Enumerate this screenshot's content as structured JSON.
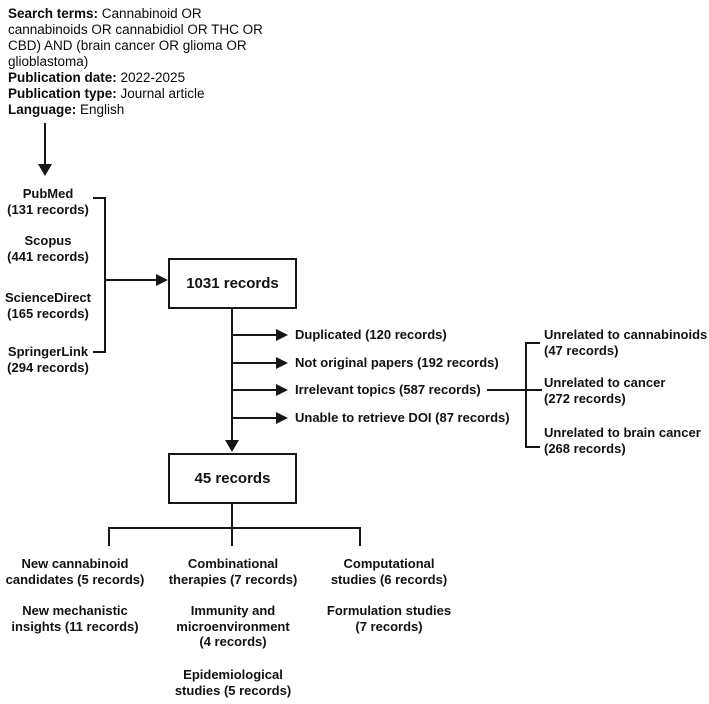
{
  "colors": {
    "ink": "#161616",
    "background": "#ffffff"
  },
  "criteria": {
    "lines": [
      {
        "b": "Search terms:",
        "t": " Cannabinoid OR"
      },
      {
        "b": "",
        "t": "cannabinoids OR cannabidiol OR THC OR"
      },
      {
        "b": "",
        "t": "CBD) AND (brain cancer OR glioma OR"
      },
      {
        "b": "",
        "t": "glioblastoma)"
      },
      {
        "b": "Publication date:",
        "t": " 2022-2025"
      },
      {
        "b": "Publication type:",
        "t": " Journal article"
      },
      {
        "b": "Language:",
        "t": " English"
      }
    ]
  },
  "databases": [
    {
      "name": "PubMed",
      "records": "(131 records)"
    },
    {
      "name": "Scopus",
      "records": "(441 records)"
    },
    {
      "name": "ScienceDirect",
      "records": "(165 records)"
    },
    {
      "name": "SpringerLink",
      "records": "(294 records)"
    }
  ],
  "screening": {
    "initial_box": "1031 records",
    "included_box": "45 records",
    "exclusions": [
      "Duplicated (120 records)",
      "Not original papers (192 records)",
      "Irrelevant topics (587 records)",
      "Unable to retrieve DOI (87 records)"
    ],
    "irrelevant_breakdown": [
      {
        "lines": [
          "Unrelated to cannabinoids",
          "(47 records)"
        ]
      },
      {
        "lines": [
          "Unrelated to cancer",
          "(272 records)"
        ]
      },
      {
        "lines": [
          "Unrelated to brain cancer",
          "(268 records)"
        ]
      }
    ]
  },
  "categories": {
    "column1": [
      {
        "lines": [
          "New cannabinoid",
          "candidates (5 records)"
        ]
      },
      {
        "lines": [
          "New mechanistic",
          "insights (11 records)"
        ]
      }
    ],
    "column2": [
      {
        "lines": [
          "Combinational",
          "therapies (7 records)"
        ]
      },
      {
        "lines": [
          "Immunity and",
          "microenvironment",
          "(4 records)"
        ]
      },
      {
        "lines": [
          "Epidemiological",
          "studies (5 records)"
        ]
      }
    ],
    "column3": [
      {
        "lines": [
          "Computational",
          "studies (6 records)"
        ]
      },
      {
        "lines": [
          "Formulation studies",
          "(7 records)"
        ]
      }
    ]
  }
}
